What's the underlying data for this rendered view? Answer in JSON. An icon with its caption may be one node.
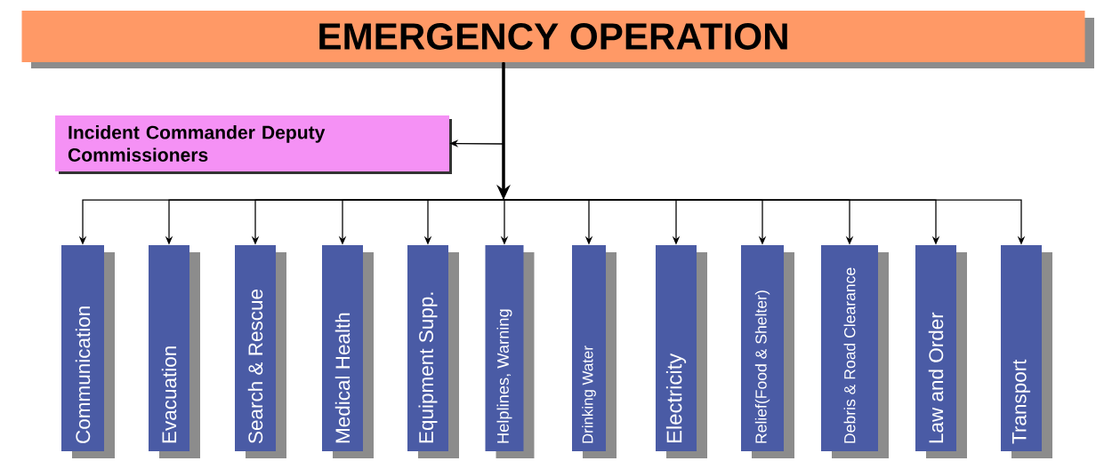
{
  "diagram": {
    "nodes": [
      {
        "text": [
          "EMERGENCY OPERATION"
        ]
      },
      {
        "text": [
          "Incident Commander Deputy Commissioners"
        ]
      },
      {
        "text": [
          "Communication"
        ]
      },
      {
        "text": [
          "Evacuation"
        ]
      },
      {
        "text": [
          "Search & Rescue"
        ]
      },
      {
        "text": [
          "Medical Health"
        ]
      },
      {
        "text": [
          "Equipment Supp."
        ]
      },
      {
        "text": [
          "Helplines, Warning"
        ]
      },
      {
        "text": [
          "Drinking Water"
        ]
      },
      {
        "text": [
          "Electricity"
        ]
      },
      {
        "text": [
          "Relief(Food  & Shelter)"
        ]
      },
      {
        "text": [
          "Debris & Road Clearance"
        ]
      },
      {
        "text": [
          "Law and Order"
        ]
      },
      {
        "text": [
          "Transport"
        ]
      }
    ],
    "edges": [
      {
        "from": 0,
        "to": 1,
        "arrow": "to"
      },
      {
        "from": 0,
        "to": 2,
        "arrow": "to"
      },
      {
        "from": 0,
        "to": 3,
        "arrow": "to"
      },
      {
        "from": 0,
        "to": 4,
        "arrow": "to"
      },
      {
        "from": 0,
        "to": 5,
        "arrow": "to"
      },
      {
        "from": 0,
        "to": 6,
        "arrow": "to"
      },
      {
        "from": 0,
        "to": 7,
        "arrow": "to"
      },
      {
        "from": 0,
        "to": 8,
        "arrow": "to"
      },
      {
        "from": 0,
        "to": 9,
        "arrow": "to"
      },
      {
        "from": 0,
        "to": 10,
        "arrow": "to"
      },
      {
        "from": 0,
        "to": 11,
        "arrow": "to"
      },
      {
        "from": 0,
        "to": 12,
        "arrow": "to"
      },
      {
        "from": 0,
        "to": 13,
        "arrow": "to"
      }
    ]
  }
}
